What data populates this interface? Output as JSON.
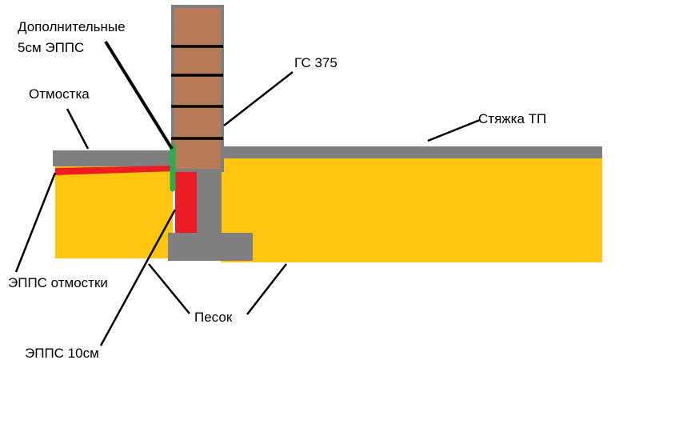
{
  "labels": {
    "extra_eps_line1": "Дополнительные",
    "extra_eps_line2": "5см ЭППС",
    "otmostka": "Отмостка",
    "gs375": "ГС 375",
    "styazhka": "Стяжка ТП",
    "eps_otmostki": "ЭППС отмостки",
    "pesok": "Песок",
    "eps10": "ЭППС 10см"
  },
  "colors": {
    "sand": "#ffc50f",
    "concrete": "#7f7f7f",
    "brick": "#b97a57",
    "eps": "#ed1c24",
    "green_eps": "#22b14c",
    "line": "#000000"
  }
}
